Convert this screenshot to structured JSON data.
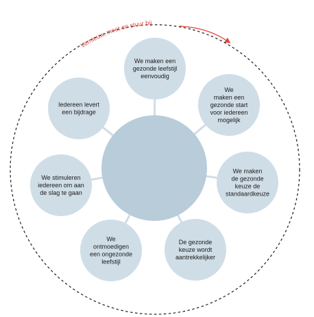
{
  "diagram": {
    "arc_label": "Vernieuw, meet en stuur bij",
    "center": {
      "label": ""
    },
    "nodes": [
      {
        "id": "leefstijl-eenvoudig",
        "lines": [
          "We maken een",
          "gezonde leefstijl",
          "eenvoudig"
        ]
      },
      {
        "id": "gezonde-start",
        "lines": [
          "We",
          "maken een",
          "gezonde start",
          "voor iedereen",
          "mogelijk"
        ]
      },
      {
        "id": "standaardkeuze",
        "lines": [
          "We maken",
          "de gezonde",
          "keuze de",
          "standaardkeuze"
        ]
      },
      {
        "id": "aantrekkelijker",
        "lines": [
          "De gezonde",
          "keuze wordt",
          "aantrekkelijker"
        ]
      },
      {
        "id": "ongezonde-leefstijl",
        "lines": [
          "We",
          "ontmoedigen",
          "een ongezonde",
          "leefstijl"
        ]
      },
      {
        "id": "stimuleren",
        "lines": [
          "We stimuleren",
          "iedereen om aan",
          "de slag te gaan"
        ]
      },
      {
        "id": "bijdrage",
        "lines": [
          "Iedereen levert",
          "een bijdrage"
        ]
      }
    ],
    "colors": {
      "center_fill": "#b8ccd9",
      "node_fill": "#cfdde7",
      "connector": "#cfdde7",
      "dashed_circle": "#1a1a1a",
      "accent_arrow": "#e8423c",
      "text": "#1c1c1c"
    }
  }
}
